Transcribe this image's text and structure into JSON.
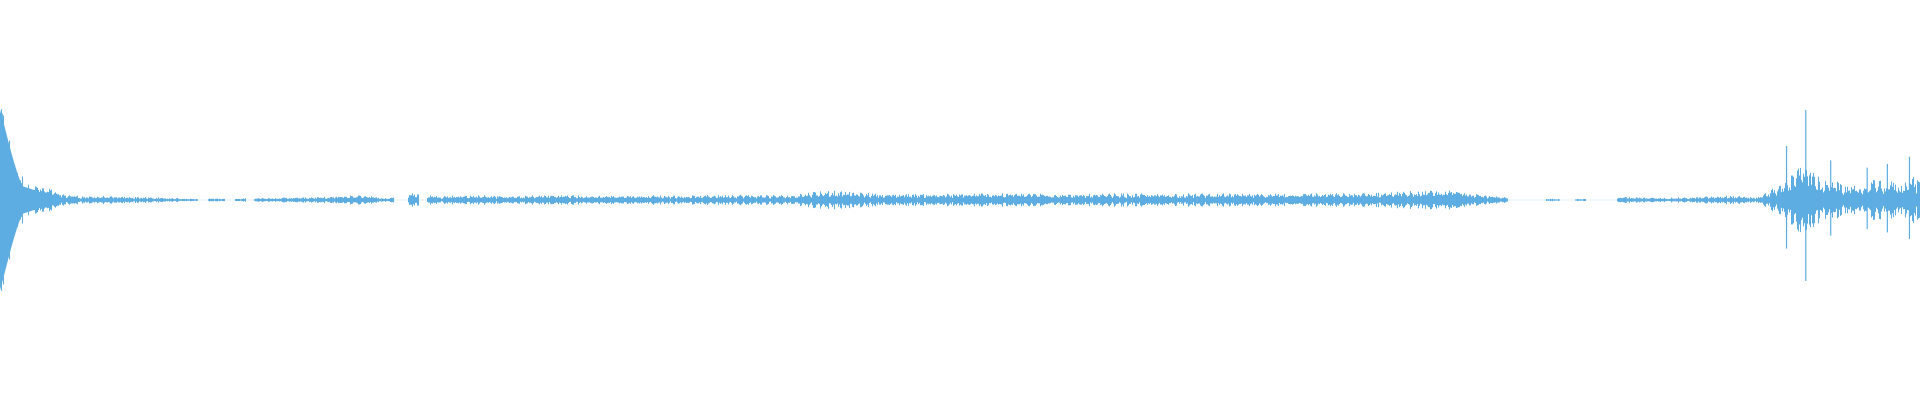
{
  "waveform": {
    "color": "#5dade2",
    "background": "#ffffff",
    "baseline_visible": true,
    "duration_normalized": 1.0,
    "envelope": [
      [
        0.0,
        0.44
      ],
      [
        0.004,
        0.3
      ],
      [
        0.008,
        0.18
      ],
      [
        0.012,
        0.1
      ],
      [
        0.016,
        0.06
      ],
      [
        0.02,
        0.07
      ],
      [
        0.026,
        0.05
      ],
      [
        0.032,
        0.03
      ],
      [
        0.04,
        0.02
      ],
      [
        0.046,
        0.015
      ],
      [
        0.052,
        0.02
      ],
      [
        0.06,
        0.015
      ],
      [
        0.07,
        0.015
      ],
      [
        0.08,
        0.012
      ],
      [
        0.09,
        0.01
      ],
      [
        0.1,
        0.006
      ],
      [
        0.11,
        0.008
      ],
      [
        0.122,
        0.006
      ],
      [
        0.132,
        0.01
      ],
      [
        0.14,
        0.01
      ],
      [
        0.15,
        0.012
      ],
      [
        0.17,
        0.014
      ],
      [
        0.19,
        0.025
      ],
      [
        0.2,
        0.008
      ],
      [
        0.215,
        0.03
      ],
      [
        0.23,
        0.02
      ],
      [
        0.25,
        0.022
      ],
      [
        0.27,
        0.018
      ],
      [
        0.29,
        0.025
      ],
      [
        0.3,
        0.02
      ],
      [
        0.32,
        0.02
      ],
      [
        0.34,
        0.022
      ],
      [
        0.36,
        0.02
      ],
      [
        0.38,
        0.025
      ],
      [
        0.41,
        0.022
      ],
      [
        0.43,
        0.045
      ],
      [
        0.46,
        0.03
      ],
      [
        0.49,
        0.028
      ],
      [
        0.52,
        0.032
      ],
      [
        0.54,
        0.03
      ],
      [
        0.56,
        0.025
      ],
      [
        0.58,
        0.03
      ],
      [
        0.6,
        0.028
      ],
      [
        0.62,
        0.03
      ],
      [
        0.65,
        0.028
      ],
      [
        0.68,
        0.032
      ],
      [
        0.7,
        0.03
      ],
      [
        0.72,
        0.035
      ],
      [
        0.74,
        0.04
      ],
      [
        0.76,
        0.045
      ],
      [
        0.775,
        0.02
      ],
      [
        0.79,
        0.006
      ],
      [
        0.81,
        0.006
      ],
      [
        0.83,
        0.004
      ],
      [
        0.845,
        0.015
      ],
      [
        0.86,
        0.01
      ],
      [
        0.88,
        0.012
      ],
      [
        0.9,
        0.02
      ],
      [
        0.915,
        0.012
      ],
      [
        0.925,
        0.06
      ],
      [
        0.93,
        0.08
      ],
      [
        0.94,
        0.22
      ],
      [
        0.945,
        0.12
      ],
      [
        0.95,
        0.08
      ],
      [
        0.955,
        0.11
      ],
      [
        0.96,
        0.06
      ],
      [
        0.965,
        0.08
      ],
      [
        0.97,
        0.05
      ],
      [
        0.975,
        0.1
      ],
      [
        0.98,
        0.08
      ],
      [
        0.985,
        0.09
      ],
      [
        0.99,
        0.07
      ],
      [
        0.995,
        0.11
      ],
      [
        1.0,
        0.09
      ]
    ],
    "gaps": [
      [
        0.103,
        0.108
      ],
      [
        0.117,
        0.122
      ],
      [
        0.128,
        0.132
      ],
      [
        0.205,
        0.212
      ],
      [
        0.218,
        0.222
      ],
      [
        0.785,
        0.805
      ],
      [
        0.812,
        0.82
      ],
      [
        0.826,
        0.842
      ]
    ],
    "spikes": [
      [
        0.9405,
        0.5
      ],
      [
        0.9305,
        0.3
      ],
      [
        0.9535,
        0.22
      ],
      [
        0.9725,
        0.18
      ],
      [
        0.983,
        0.2
      ],
      [
        0.9945,
        0.24
      ],
      [
        0.0012,
        0.48
      ]
    ]
  }
}
